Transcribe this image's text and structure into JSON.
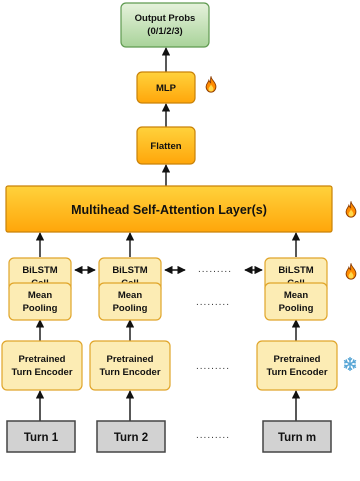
{
  "colors": {
    "yellow_fill": "#fcecb4",
    "yellow_stroke": "#e0a52a",
    "orange_fill_top": "#ffd23c",
    "orange_fill_bottom": "#ffa60a",
    "orange_stroke": "#c98208",
    "green_fill_top": "#e6f2dc",
    "green_fill_bottom": "#a9d39a",
    "green_stroke": "#5f9a50",
    "gray_fill": "#d2d2d2",
    "gray_stroke": "#444444",
    "arrow": "#111111",
    "dots": "#333333",
    "flame": "#ff8c00",
    "snowflake": "#5aa7d6"
  },
  "icons": {
    "trainable": "fire-icon",
    "frozen": "snowflake-icon"
  },
  "nodes": {
    "output": {
      "line1": "Output Probs",
      "line2": "(0/1/2/3)"
    },
    "mlp": "MLP",
    "flatten": "Flatten",
    "attention": "Multihead Self-Attention Layer(s)",
    "bilstm": {
      "line1": "BiLSTM",
      "line2": "Cell"
    },
    "pooling": {
      "line1": "Mean",
      "line2": "Pooling"
    },
    "encoder": {
      "line1": "Pretrained",
      "line2": "Turn Encoder"
    },
    "turns": [
      "Turn 1",
      "Turn 2",
      "Turn m"
    ]
  },
  "ellipsis": "........."
}
